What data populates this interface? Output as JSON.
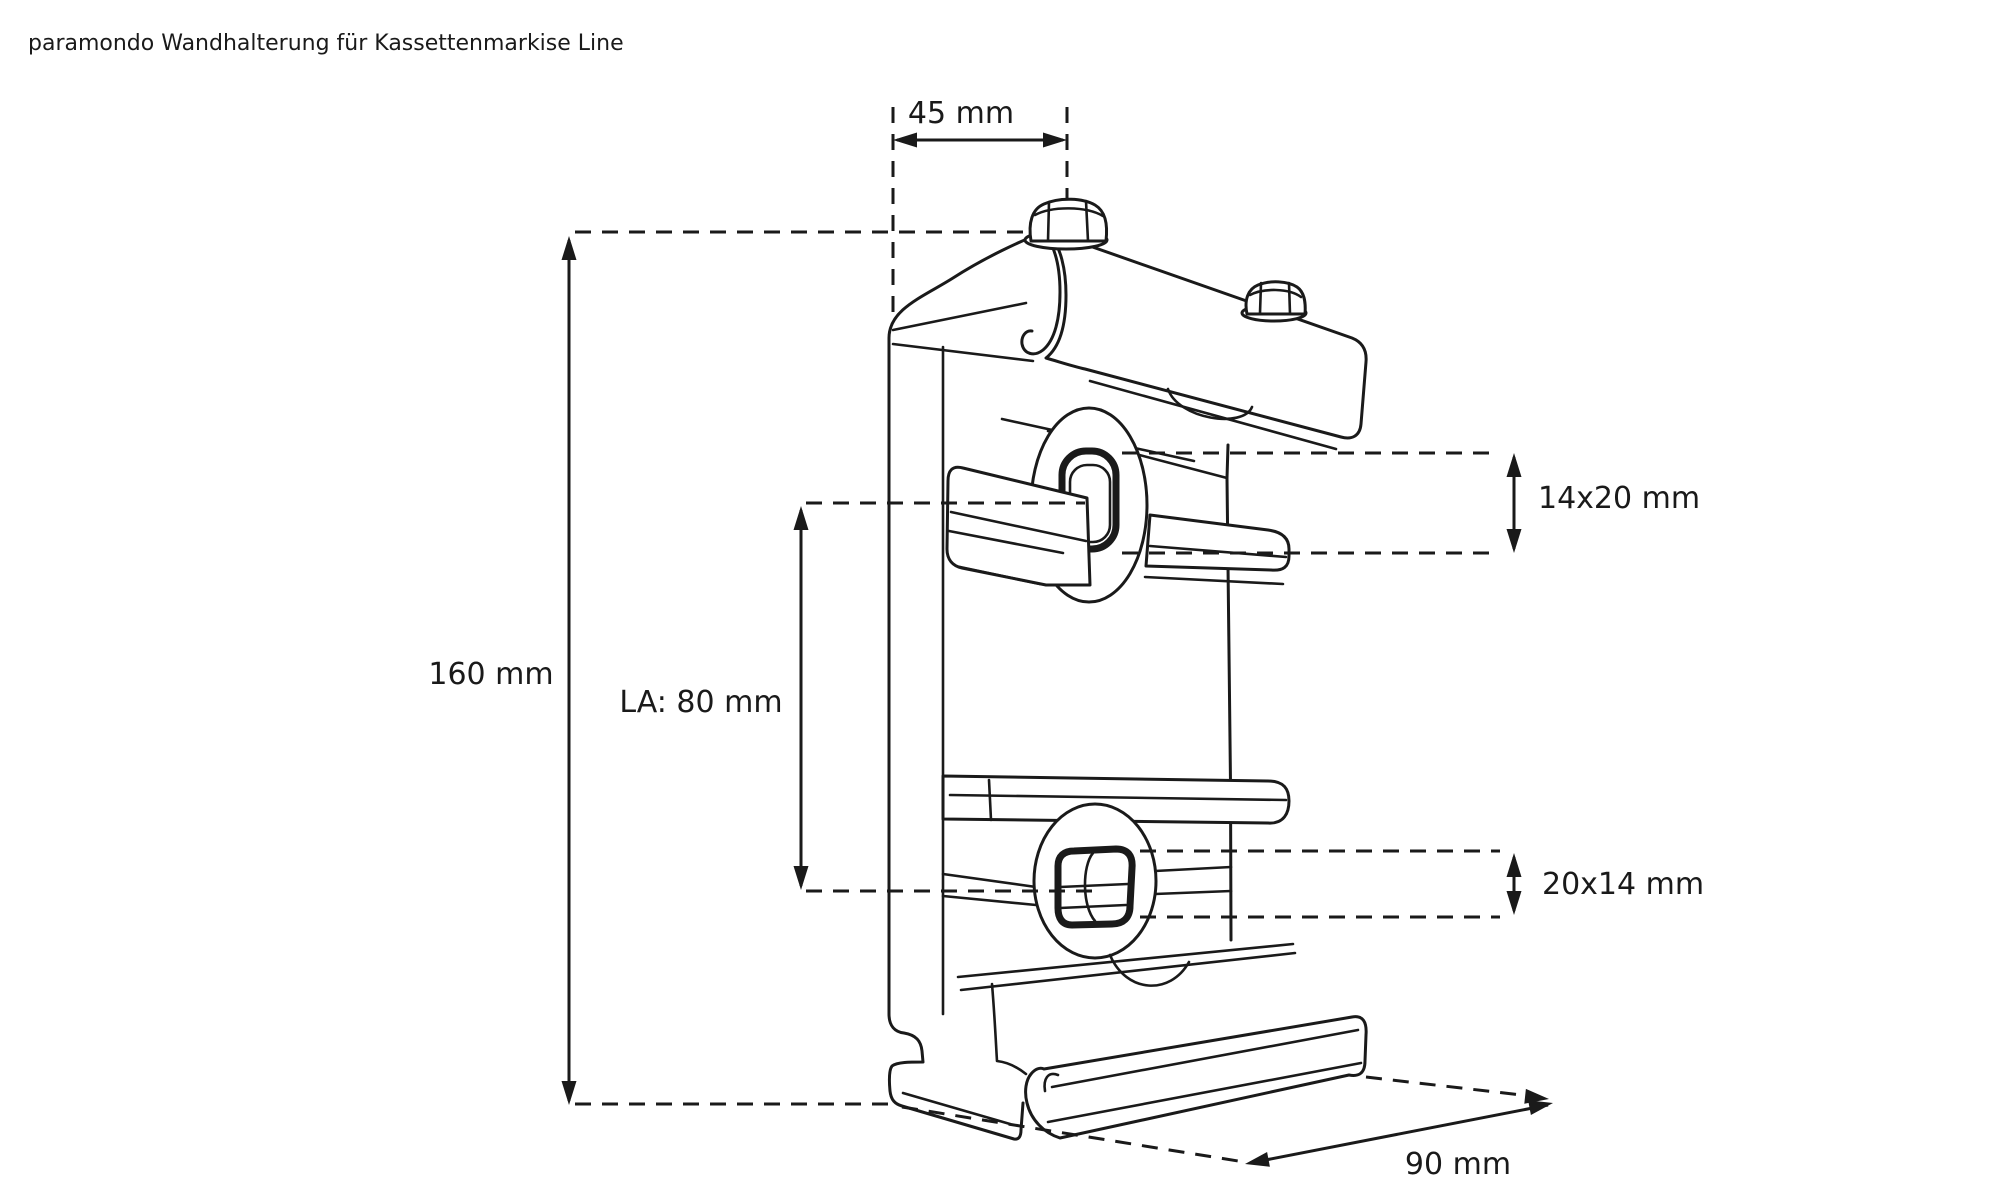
{
  "title": "paramondo Wandhalterung für Kassettenmarkise Line",
  "drawing": {
    "description": "isometric line drawing of a wall mount bracket for cassette awning",
    "colors": {
      "line": "#1a1a1a",
      "background": "#ffffff"
    }
  },
  "dimensions": {
    "top_width": "45 mm",
    "total_height": "160 mm",
    "hole_spacing": "LA: 80 mm",
    "upper_slot": "14x20 mm",
    "lower_slot": "20x14 mm",
    "base_depth": "90 mm"
  }
}
